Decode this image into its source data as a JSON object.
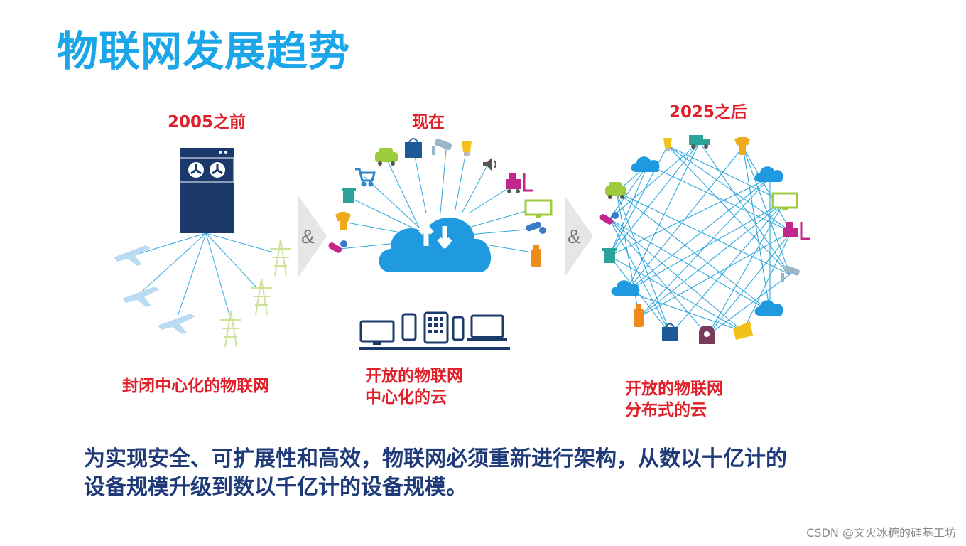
{
  "title": "物联网发展趋势",
  "stages": [
    {
      "era": "2005之前",
      "caption_lines": [
        "封闭中心化的物联网"
      ]
    },
    {
      "era": "现在",
      "caption_lines": [
        "开放的物联网",
        "中心化的云"
      ]
    },
    {
      "era": "2025之后",
      "caption_lines": [
        "开放的物联网",
        "分布式的云"
      ]
    }
  ],
  "connector_symbol": "&",
  "summary_lines": [
    "为实现安全、可扩展性和高效，物联网必须重新进行架构，从数以十亿计的",
    "设备规模升级到数以千亿计的设备规模。"
  ],
  "watermark": "CSDN @文火冰糖的硅基工坊",
  "colors": {
    "title": "#1aa6e8",
    "era_label": "#e0202a",
    "summary": "#1e3a78",
    "link_line": "#2fa8dc",
    "server": "#1b3a6b",
    "cloud": "#1f9ae0"
  },
  "icons": {
    "stage1": [
      "server-icon",
      "airplane-icon",
      "airplane-icon",
      "airplane-icon",
      "power-pylon-icon",
      "power-pylon-icon",
      "power-pylon-icon"
    ],
    "stage2": [
      "cloud-sync-icon",
      "shopping-cart-icon",
      "car-icon",
      "shopping-bag-icon",
      "cctv-camera-icon",
      "light-bulb-icon",
      "speaker-icon",
      "forklift-icon",
      "monitor-icon",
      "pills-icon",
      "bottle-icon",
      "jacket-icon",
      "trash-bin-icon",
      "desktop-icon",
      "phone-icon",
      "tablet-icon",
      "laptop-icon"
    ],
    "stage3": [
      "cloud-icon",
      "light-bulb-icon",
      "truck-icon",
      "jacket-icon",
      "car-icon",
      "pills-icon",
      "trash-bin-icon",
      "monitor-icon",
      "forklift-icon",
      "cctv-camera-icon",
      "bottle-icon",
      "shopping-bag-icon",
      "bread-icon",
      "cheese-icon"
    ]
  }
}
